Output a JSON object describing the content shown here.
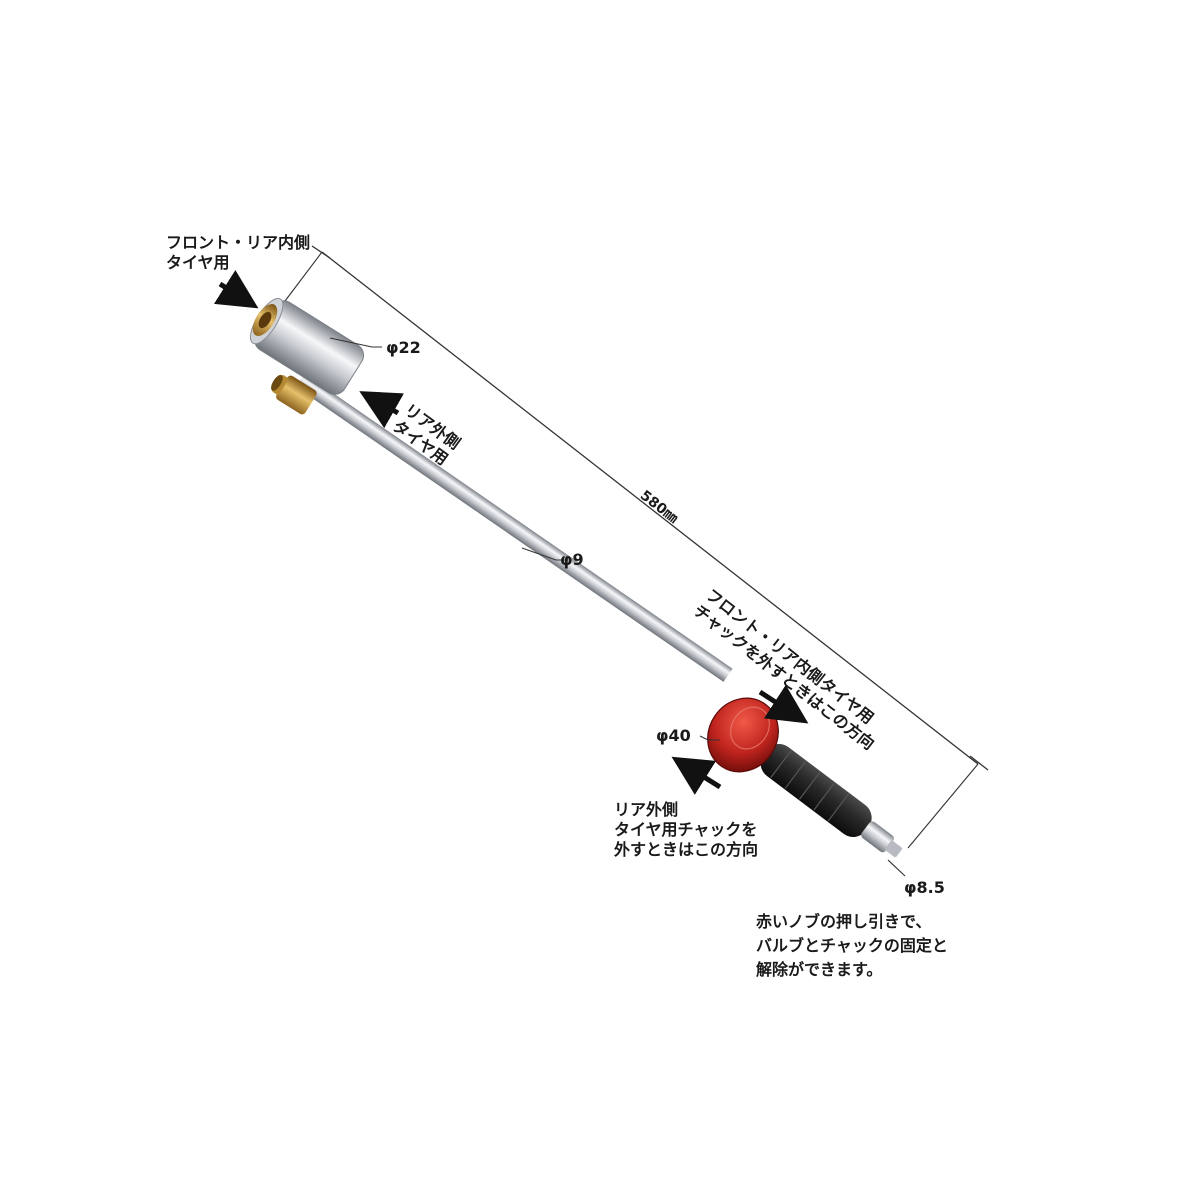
{
  "colors": {
    "background": "#ffffff",
    "text": "#1a1a1a",
    "chrome_light": "#f4f5f7",
    "chrome_dark": "#8a8e95",
    "brass": "#c89a3c",
    "knob_red": "#c0241e",
    "grip_black": "#1c1c1c"
  },
  "labels": {
    "front_rear_inner_tire": [
      "フロント・リア内側",
      "タイヤ用"
    ],
    "rear_outer_tire": [
      "リア外側",
      "タイヤ用"
    ],
    "dia_head": "φ22",
    "dia_shaft": "φ9",
    "length": "580㎜",
    "front_rear_chuck_direction": [
      "フロント・リア内側タイヤ用",
      "チャックを外すときはこの方向"
    ],
    "dia_knob": "φ40",
    "rear_outer_chuck_direction": [
      "リア外側",
      "タイヤ用チャックを",
      "外すときはこの方向"
    ],
    "dia_tip": "φ8.5",
    "knob_note": [
      "赤いノブの押し引きで、",
      "バルブとチャックの固定と",
      "解除ができます。"
    ]
  }
}
